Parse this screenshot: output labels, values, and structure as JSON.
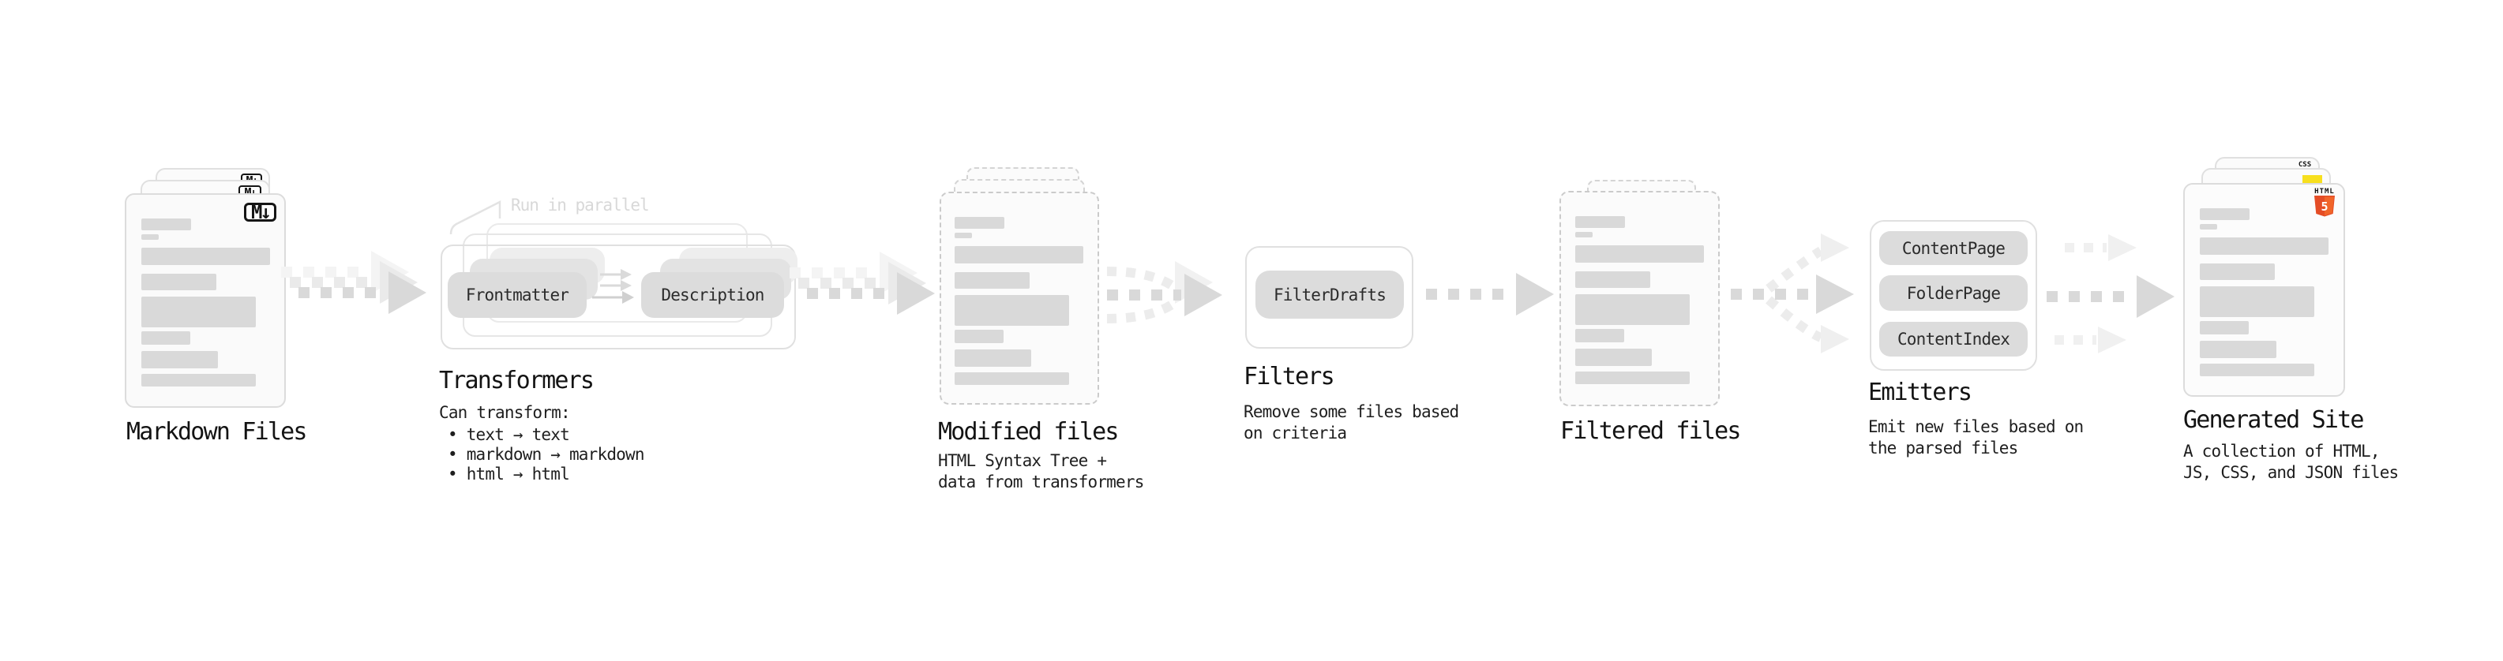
{
  "colors": {
    "arrow_main": "#d9d9d9",
    "arrow_ghost": "#eaeaea",
    "arrow_faint": "#f4f4f4",
    "pill_bg": "#dcdcdc",
    "skeleton_bar": "#d9d9d9",
    "card_border": "#dcdcdc",
    "dashed_border": "#cbcbcb",
    "html5_orange": "#e44d26",
    "js_yellow": "#f7df1e",
    "css_blue": "#2f6ce0",
    "callout_gray": "#d8d8d8"
  },
  "nodes": {
    "markdown_files": {
      "title": "Markdown Files",
      "badge": "M↓"
    },
    "transformers": {
      "title": "Transformers",
      "callout": "Run in parallel",
      "pill_left": "Frontmatter",
      "pill_right": "Description",
      "list_heading": "Can transform:",
      "bullet_glyph": "•",
      "bullets": [
        "text → text",
        "markdown → markdown",
        "html → html"
      ]
    },
    "modified_files": {
      "title": "Modified files",
      "subtitle_lines": [
        "HTML Syntax Tree +",
        "data from transformers"
      ]
    },
    "filters": {
      "title": "Filters",
      "pill": "FilterDrafts",
      "subtitle_lines": [
        "Remove some files based",
        "on criteria"
      ]
    },
    "filtered_files": {
      "title": "Filtered files"
    },
    "emitters": {
      "title": "Emitters",
      "pills": [
        "ContentPage",
        "FolderPage",
        "ContentIndex"
      ],
      "subtitle_lines": [
        "Emit new files based on",
        "the parsed files"
      ]
    },
    "generated_site": {
      "title": "Generated Site",
      "subtitle_lines": [
        "A collection of HTML,",
        "JS, CSS, and JSON files"
      ],
      "html_badge_label": "HTML",
      "html_badge_number": "5",
      "css_badge_label": "CSS"
    }
  }
}
